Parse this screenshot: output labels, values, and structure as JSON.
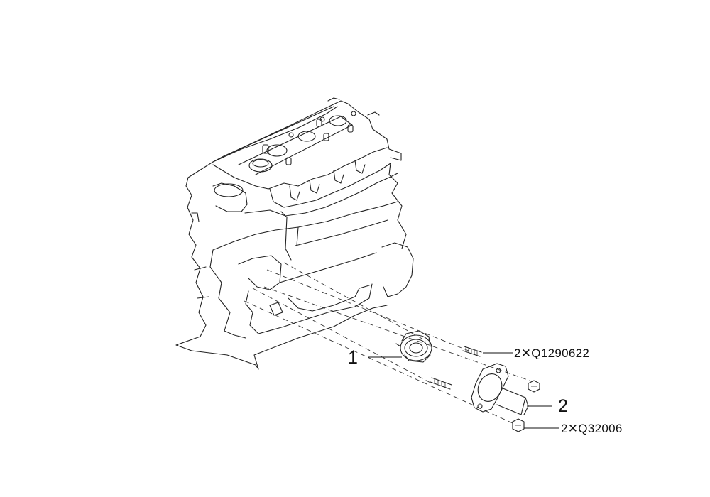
{
  "callouts": {
    "item1": "1",
    "item2": "2"
  },
  "part_refs": {
    "stud": "2✕Q1290622",
    "bolt": "2✕Q32006"
  },
  "colors": {
    "line": "#222222",
    "background": "#ffffff"
  }
}
